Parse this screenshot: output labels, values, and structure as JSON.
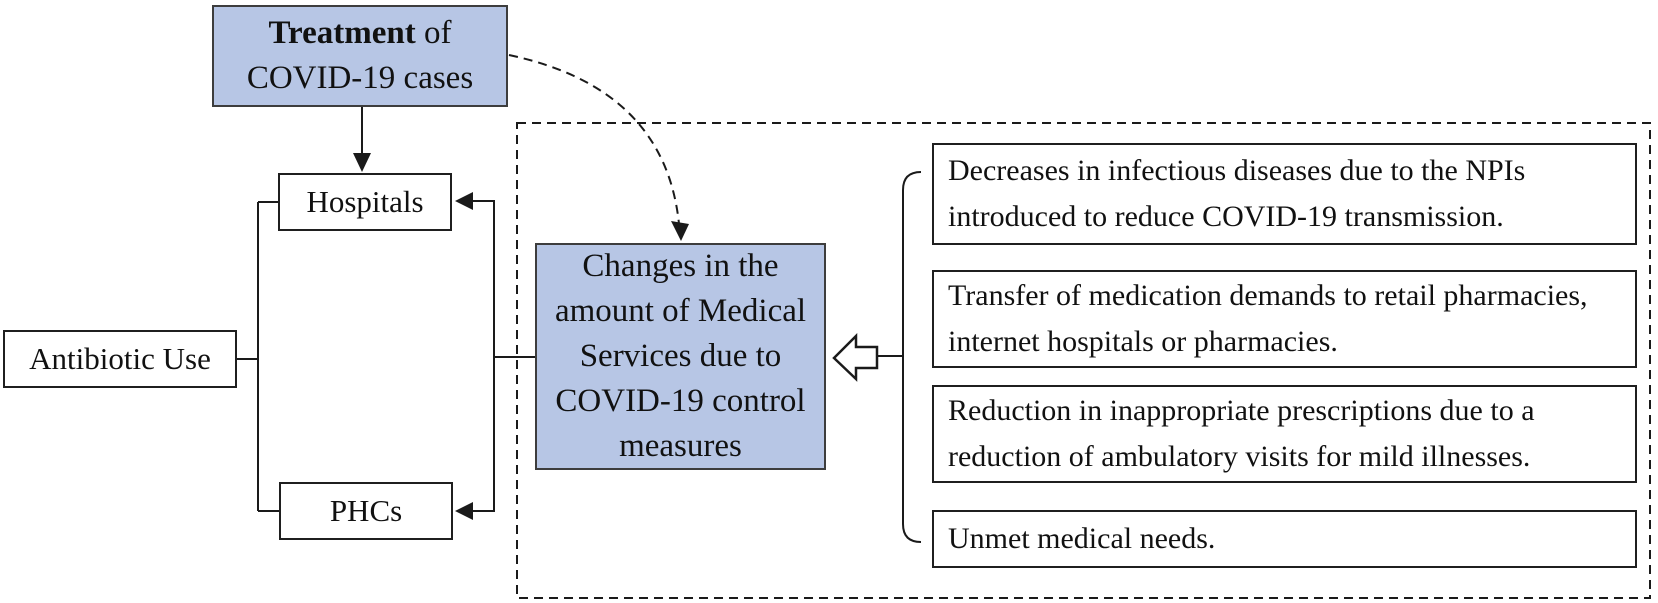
{
  "antibiotic_box": {
    "label": "Antibiotic Use"
  },
  "treatment_box": {
    "bold": "Treatment",
    "line1_rest": " of",
    "line2": "COVID-19 cases"
  },
  "hospitals_box": {
    "label": "Hospitals"
  },
  "phcs_box": {
    "label": "PHCs"
  },
  "changes_box": {
    "full_text": "Changes in the amount of Medical Services due to COVID-19 control measures",
    "lines": [
      "Changes in the",
      "amount of Medical",
      "Services due to",
      "COVID-19 control",
      "measures"
    ]
  },
  "reasons": [
    "Decreases in infectious diseases due to the NPIs introduced to reduce COVID-19 transmission.",
    "Transfer of medication demands to retail pharmacies, internet hospitals or pharmacies.",
    "Reduction in inappropriate prescriptions due to a reduction of ambulatory visits for mild illnesses.",
    "Unmet medical needs."
  ],
  "colors": {
    "highlight_fill": "#b7c6e5",
    "line": "#1a1a1a",
    "box_border": "#1f1f1f"
  }
}
